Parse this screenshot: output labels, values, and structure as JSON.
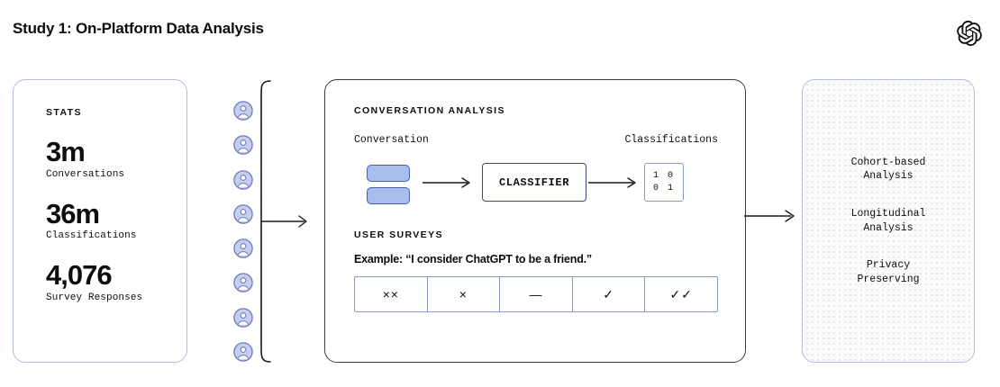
{
  "header": {
    "title": "Study 1: On-Platform Data Analysis",
    "logo_name": "openai-logo"
  },
  "stats_card": {
    "kicker": "STATS",
    "items": [
      {
        "value": "3m",
        "label": "Conversations"
      },
      {
        "value": "36m",
        "label": "Classifications"
      },
      {
        "value": "4,076",
        "label": "Survey Responses"
      }
    ]
  },
  "users": {
    "avatar_count": 8,
    "avatar_icon": "user-avatar-icon",
    "brace_icon": "group-brace",
    "arrow_icon": "arrow-right-icon"
  },
  "analysis_panel": {
    "kicker": "CONVERSATION ANALYSIS",
    "conversation_caption": "Conversation",
    "classifications_caption": "Classifications",
    "conversation_bars": 2,
    "classifier_label": "CLASSIFIER",
    "matrix_rows": [
      "1 0",
      "0 1"
    ],
    "arrow_1": "arrow-right-icon",
    "arrow_2": "arrow-right-icon",
    "surveys_kicker": "USER SURVEYS",
    "survey_example": "Example: “I consider ChatGPT to be a friend.”",
    "likert_options": [
      {
        "name": "strongly-disagree",
        "glyph": "××"
      },
      {
        "name": "disagree",
        "glyph": "×"
      },
      {
        "name": "neutral",
        "glyph": "—"
      },
      {
        "name": "agree",
        "glyph": "✓"
      },
      {
        "name": "strongly-agree",
        "glyph": "✓✓"
      }
    ]
  },
  "outcomes_panel": {
    "items": [
      "Cohort-based\nAnalysis",
      "Longitudinal\nAnalysis",
      "Privacy\nPreserving"
    ]
  },
  "colors": {
    "accent_blue": "#a8bdec",
    "border_blue": "#4a5fa8",
    "card_border_light": "#b2bcdc",
    "card_border_dark": "#3c3c3c",
    "text": "#0d0d0d",
    "dot_pattern": "#dcdfe8"
  }
}
